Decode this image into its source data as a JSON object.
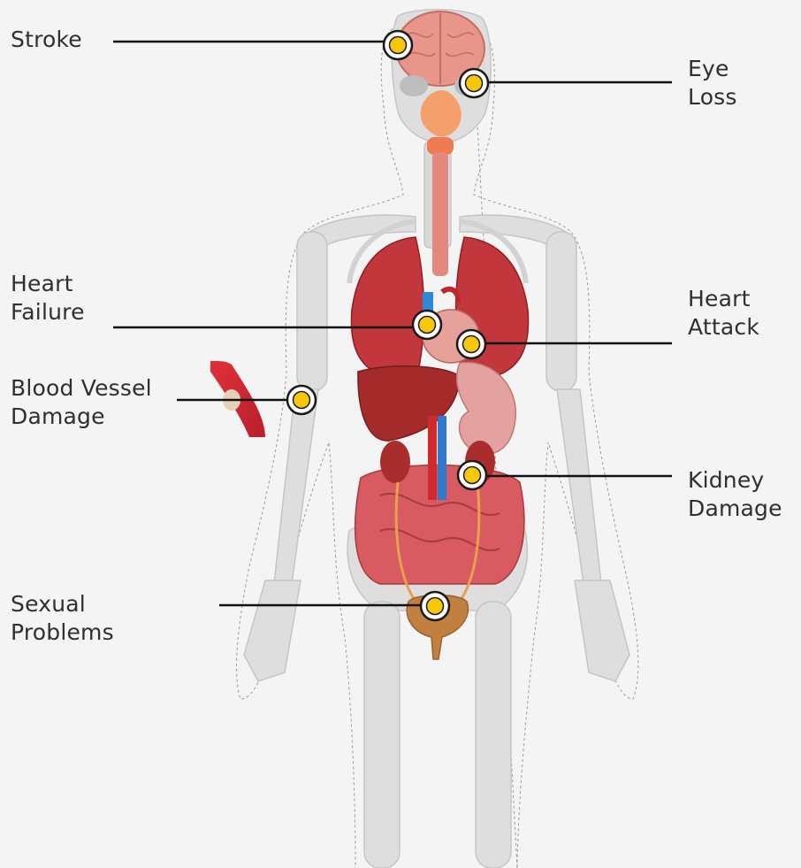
{
  "labels": {
    "stroke": [
      "Stroke"
    ],
    "eye_loss": [
      "Eye",
      "Loss"
    ],
    "heart_failure": [
      "Heart",
      "Failure"
    ],
    "heart_attack": [
      "Heart",
      "Attack"
    ],
    "blood_vessel_damage": [
      "Blood Vessel",
      "Damage"
    ],
    "kidney_damage": [
      "Kidney",
      "Damage"
    ],
    "sexual_problems": [
      "Sexual",
      "Problems"
    ]
  },
  "colors": {
    "background": "#f4f4f4",
    "marker_fill": "#f7c70a",
    "marker_ring": "#1a1a1a",
    "leader_line": "#111111",
    "bone": "#dcdcdc",
    "organ_red": "#b3262b",
    "brain": "#e9968a"
  },
  "icons": {
    "figure": "human-anatomy-illustration",
    "marker": "yellow-target-dot",
    "vessel": "blood-vessel-plaque-illustration"
  }
}
